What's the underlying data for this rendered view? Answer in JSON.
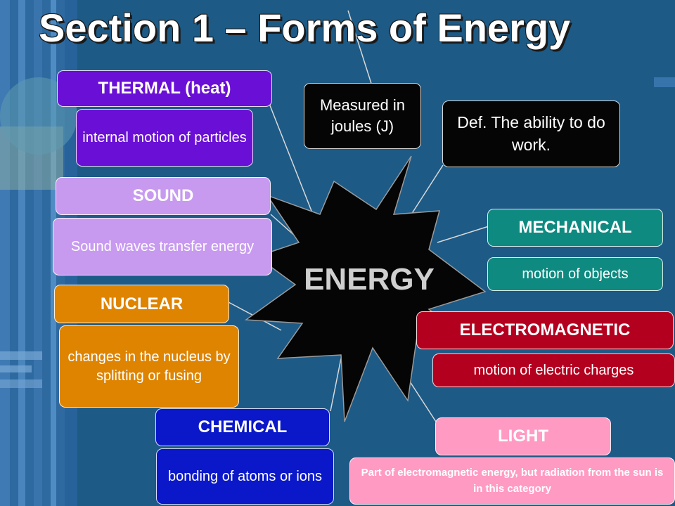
{
  "title": "Section 1 – Forms of Energy",
  "center": {
    "label": "ENERGY"
  },
  "colors": {
    "background": "#1d5a86",
    "thermal": "#6a0fd6",
    "sound": "#c79af0",
    "nuclear": "#de8400",
    "chemical": "#0a18c9",
    "mechanical": "#0e8a80",
    "electromagnetic": "#b4001f",
    "light": "#ff9ac3",
    "black": "#050505"
  },
  "info": {
    "joules": "Measured in joules (J)",
    "definition": "Def. The ability to do work."
  },
  "forms": {
    "thermal": {
      "label": "THERMAL (heat)",
      "desc": "internal motion of particles"
    },
    "sound": {
      "label": "SOUND",
      "desc": "Sound waves transfer energy"
    },
    "nuclear": {
      "label": "NUCLEAR",
      "desc": "changes in the nucleus by splitting or fusing"
    },
    "chemical": {
      "label": "CHEMICAL",
      "desc": "bonding of atoms or ions"
    },
    "mechanical": {
      "label": "MECHANICAL",
      "desc": "motion of objects"
    },
    "electromagnetic": {
      "label": "ELECTROMAGNETIC",
      "desc": "motion of electric charges"
    },
    "light": {
      "label": "LIGHT",
      "desc": "Part of electromagnetic energy, but radiation from the sun is in this category"
    }
  }
}
